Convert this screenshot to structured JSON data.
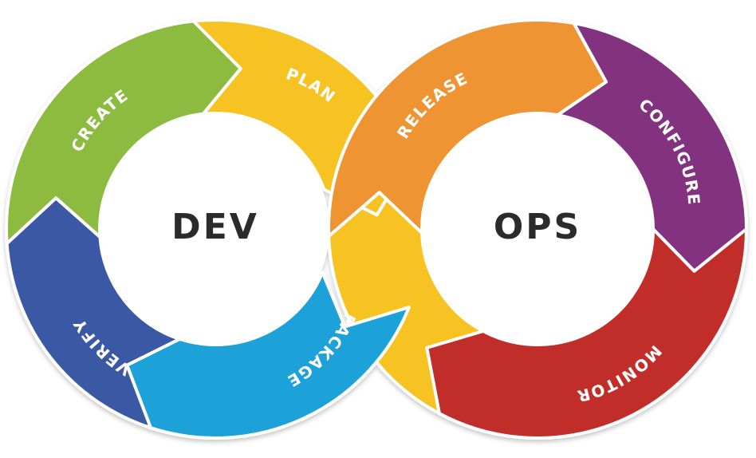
{
  "diagram": {
    "centers": [
      {
        "id": "dev",
        "label": "DEV"
      },
      {
        "id": "ops",
        "label": "OPS"
      }
    ],
    "segments": [
      {
        "id": "create",
        "label": "CREATE",
        "color": "#8DBB3F"
      },
      {
        "id": "plan",
        "label": "PLAN",
        "color": "#F6C324"
      },
      {
        "id": "release",
        "label": "RELEASE",
        "color": "#EE9430"
      },
      {
        "id": "configure",
        "label": "CONFIGURE",
        "color": "#82307E"
      },
      {
        "id": "monitor",
        "label": "MONITOR",
        "color": "#C12D2C"
      },
      {
        "id": "package",
        "label": "PACKAGE",
        "color": "#1AA1D9"
      },
      {
        "id": "verify",
        "label": "VERIFY",
        "color": "#3B58A5"
      }
    ],
    "crossover_color": "#F6C324"
  }
}
